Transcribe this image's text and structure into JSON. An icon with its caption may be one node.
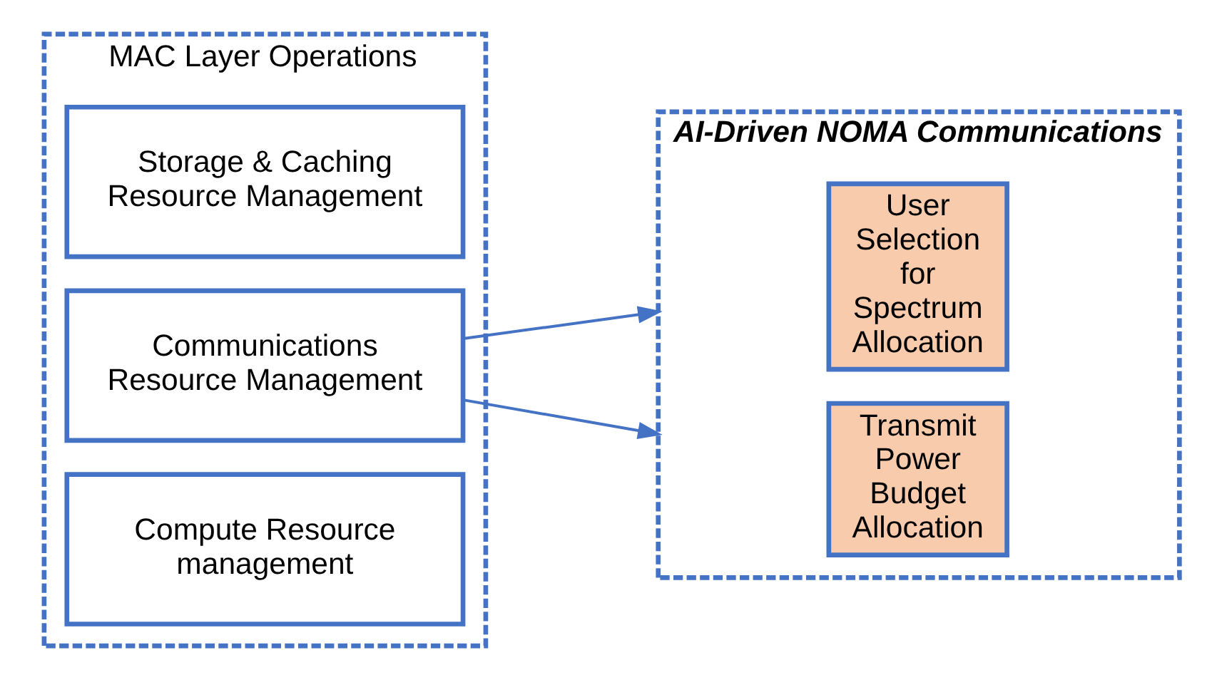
{
  "diagram": {
    "nodes": [
      {
        "text": [
          "MAC Layer Operations"
        ]
      },
      {
        "text": [
          "Storage & Caching Resource Management"
        ],
        "in": 0
      },
      {
        "text": [
          "Communications Resource Management"
        ],
        "in": 0
      },
      {
        "text": [
          "Compute Resource management"
        ],
        "in": 0
      },
      {
        "text": [
          "AI-Driven NOMA Communications"
        ]
      },
      {
        "text": [
          "User Selection for Spectrum Allocation"
        ],
        "in": 4
      },
      {
        "text": [
          "Transmit Power Budget Allocation"
        ],
        "in": 4
      }
    ],
    "edges": [
      {
        "from": 2,
        "to": 4,
        "arrow": "to"
      },
      {
        "from": 2,
        "to": 4,
        "arrow": "to"
      }
    ]
  }
}
